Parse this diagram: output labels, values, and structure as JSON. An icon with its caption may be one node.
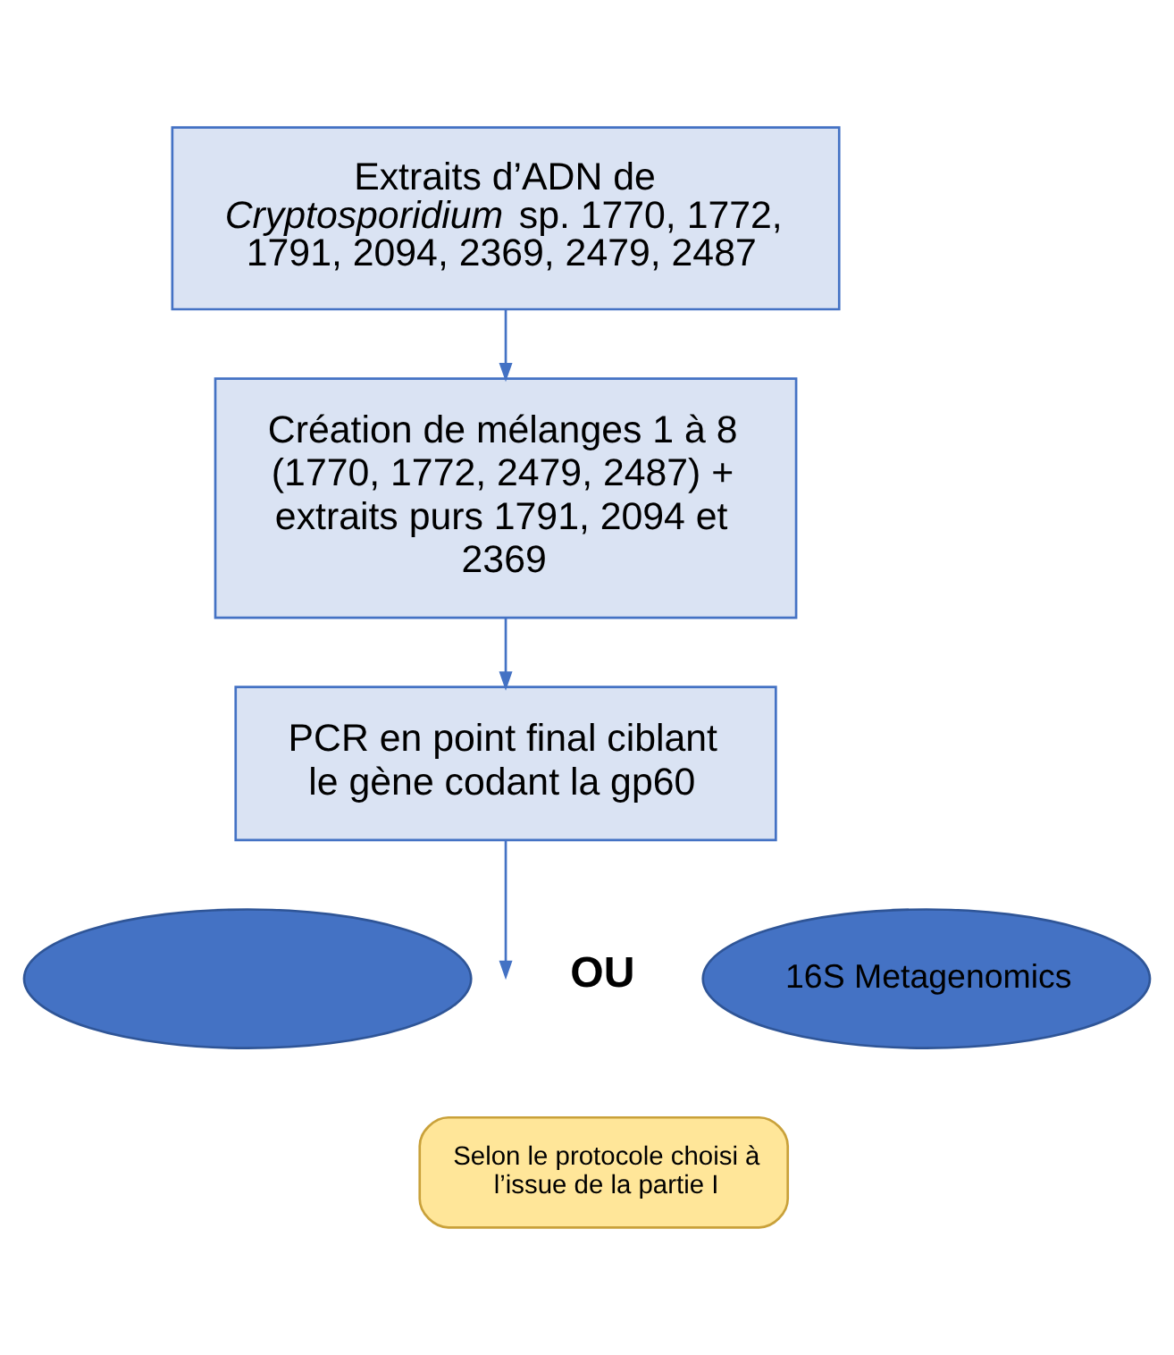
{
  "diagram": {
    "nodes": [
      {
        "text": [
          "Extraits d’ADN de *Cryptosporidium* sp. 1770, 1772, 1791, 2094, 2369, 2479, 2487"
        ]
      },
      {
        "text": [
          "Création de mélanges 1 à 8 (1770, 1772, 2479, 2487) + extraits purs 1791, 2094 et 2369"
        ]
      },
      {
        "text": [
          "PCR en point final ciblant le gène codant la gp60"
        ]
      },
      {
        "text": [],
        "shape": "ellipse"
      },
      {
        "text": [
          "16S Metagenomics"
        ]
      },
      {
        "text": [
          "Selon le protocole choisi à l’issue de la partie I"
        ]
      }
    ],
    "edges": [
      {
        "from": 0,
        "to": 1,
        "arrow": "to"
      },
      {
        "from": 1,
        "to": 2,
        "arrow": "to"
      },
      {
        "from": 2,
        "to": null,
        "arrow": "to"
      }
    ],
    "labels": [
      "OU"
    ]
  }
}
